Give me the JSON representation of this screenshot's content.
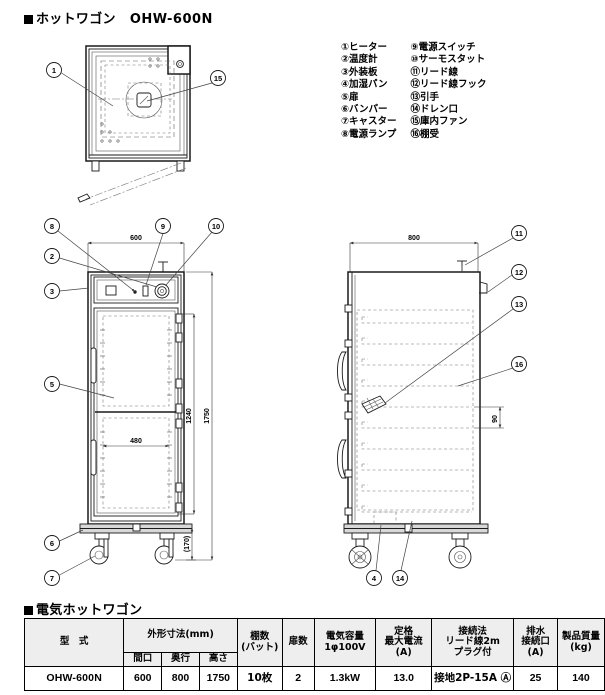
{
  "title": {
    "label": "ホットワゴン",
    "model": "OHW-600N"
  },
  "table_heading": {
    "label": "電気ホットワゴン"
  },
  "legend": {
    "column1": [
      "①ヒーター",
      "②温度計",
      "③外装板",
      "④加湿パン",
      "⑤扉",
      "⑥バンパー",
      "⑦キャスター",
      "⑧電源ランプ"
    ],
    "column2": [
      "⑨電源スイッチ",
      "⑩サーモスタット",
      "⑪リード線",
      "⑫リード線フック",
      "⑬引手",
      "⑭ドレン口",
      "⑮庫内ファン",
      "⑯棚受"
    ]
  },
  "drawings": {
    "top_view": {
      "callouts": [
        "1",
        "15"
      ]
    },
    "front_view": {
      "callouts": [
        "8",
        "2",
        "3",
        "5",
        "6",
        "7",
        "9",
        "10"
      ],
      "dimensions": {
        "width": "600",
        "door_width": "480",
        "inner_height": "1240",
        "total_height": "1750",
        "base_height": "(170)"
      }
    },
    "side_view": {
      "callouts": [
        "11",
        "12",
        "13",
        "16",
        "4",
        "14"
      ],
      "dimensions": {
        "depth": "800",
        "shelf_pitch": "90"
      }
    }
  },
  "spec_table": {
    "headers": {
      "model": "型　式",
      "dimensions_group": "外形寸法(mm)",
      "width": "間口",
      "depth": "奥行",
      "height": "高さ",
      "shelves_l1": "棚数",
      "shelves_l2": "(バット)",
      "doors": "扉数",
      "capacity_l1": "電気容量",
      "capacity_l2": "1φ100V",
      "current_l1": "定格",
      "current_l2": "最大電流",
      "current_l3": "(A)",
      "connection_l1": "接続法",
      "connection_l2": "リード線2m",
      "connection_l3": "プラグ付",
      "drain_l1": "排水",
      "drain_l2": "接続口",
      "drain_l3": "(A)",
      "weight_l1": "製品質量",
      "weight_l2": "(kg)"
    },
    "rows": [
      {
        "model": "OHW-600N",
        "width": "600",
        "depth": "800",
        "height": "1750",
        "shelves": "10枚",
        "doors": "2",
        "capacity": "1.3kW",
        "current": "13.0",
        "connection": "接地2P-15A Ⓐ",
        "drain": "25",
        "weight": "140"
      }
    ]
  }
}
